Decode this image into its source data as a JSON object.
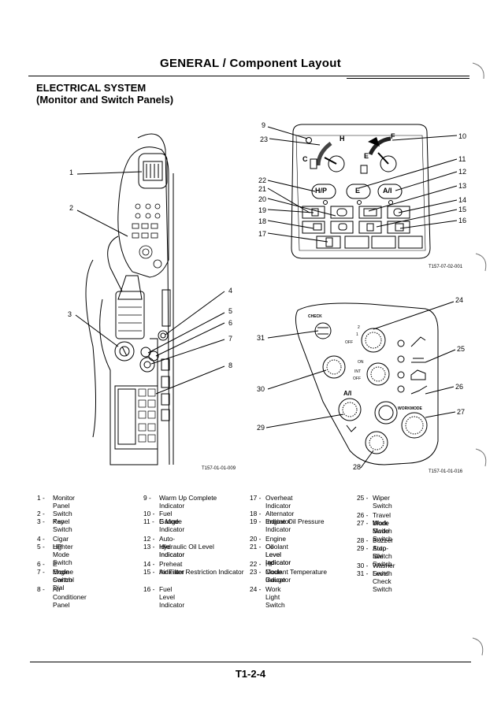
{
  "header": {
    "title": "GENERAL / Component Layout"
  },
  "section": {
    "title_line1": "ELECTRICAL SYSTEM",
    "title_line2": "(Monitor and Switch Panels)"
  },
  "figures": {
    "cab": {
      "id": "T157-01-01-009",
      "callouts": [
        "1",
        "2",
        "3",
        "4",
        "5",
        "6",
        "7",
        "8"
      ]
    },
    "monitor": {
      "id": "T157-07-02-001",
      "callouts": [
        "9",
        "23",
        "22",
        "21",
        "20",
        "19",
        "18",
        "17",
        "10",
        "11",
        "12",
        "13",
        "14",
        "15",
        "16"
      ],
      "labels": {
        "h": "H",
        "f": "F",
        "c": "C",
        "e": "E",
        "hp": "H/P",
        "e_btn": "E",
        "ai": "A/I"
      }
    },
    "switch": {
      "id": "T157-01-01-016",
      "callouts": [
        "24",
        "25",
        "26",
        "27",
        "28",
        "29",
        "30",
        "31"
      ],
      "labels": {
        "check": "CHECK",
        "two": "2",
        "one": "1",
        "off1": "OFF",
        "on": "ON",
        "int": "INT",
        "off2": "OFF",
        "ai": "A/I",
        "workmode": "WORKMODE"
      }
    }
  },
  "legend": {
    "col1": [
      {
        "num": "1 -",
        "text": "Monitor Panel"
      },
      {
        "num": "2 -",
        "text": "Switch Panel"
      },
      {
        "num": "3 -",
        "text": "Key Switch"
      },
      {
        "num": "4 -",
        "text": "Cigar Lighter"
      },
      {
        "num": "5 -",
        "text": "HP Mode Switch"
      },
      {
        "num": "6 -",
        "text": "E Mode Switch"
      },
      {
        "num": "7 -",
        "text": "Engine Control Dial"
      },
      {
        "num": "8 -",
        "text": "Air Conditioner Panel"
      }
    ],
    "col2": [
      {
        "num": "9 -",
        "text": "Warm Up Complete Indicator"
      },
      {
        "num": "10 -",
        "text": "Fuel Gauge"
      },
      {
        "num": "11 -",
        "text": "E Mode Indicator"
      },
      {
        "num": "12 -",
        "text": "Auto-Idle Indicator"
      },
      {
        "num": "13 -",
        "text": "Hydraulic Oil Level Indicator"
      },
      {
        "num": "14 -",
        "text": "Preheat Indicator"
      },
      {
        "num": "15 -",
        "text": "Air Filter Restriction Indicator"
      },
      {
        "num": "16 -",
        "text": "Fuel Level Indicator"
      }
    ],
    "col3": [
      {
        "num": "17 -",
        "text": "Overheat Indicator"
      },
      {
        "num": "18 -",
        "text": "Alternator Indicator"
      },
      {
        "num": "19 -",
        "text": "Engine Oil Pressure Indicator"
      },
      {
        "num": "20 -",
        "text": "Engine Oil Level Indicator"
      },
      {
        "num": "21 -",
        "text": "Coolant Level Indicator"
      },
      {
        "num": "22 -",
        "text": "HP Mode Indicator"
      },
      {
        "num": "23 -",
        "text": "Coolant Temperature Gauge"
      },
      {
        "num": "24 -",
        "text": "Work Light Switch"
      }
    ],
    "col4": [
      {
        "num": "25 -",
        "text": "Wiper Switch"
      },
      {
        "num": "26 -",
        "text": "Travel Mode Switch"
      },
      {
        "num": "27 -",
        "text": "Work Mode Switch"
      },
      {
        "num": "28 -",
        "text": "Buzzer Stop Switch"
      },
      {
        "num": "29 -",
        "text": "Auto-Idle Switch"
      },
      {
        "num": "30 -",
        "text": "Washer Switch"
      },
      {
        "num": "31 -",
        "text": "Level Check Switch"
      }
    ]
  },
  "footer": {
    "page_number": "T1-2-4"
  }
}
